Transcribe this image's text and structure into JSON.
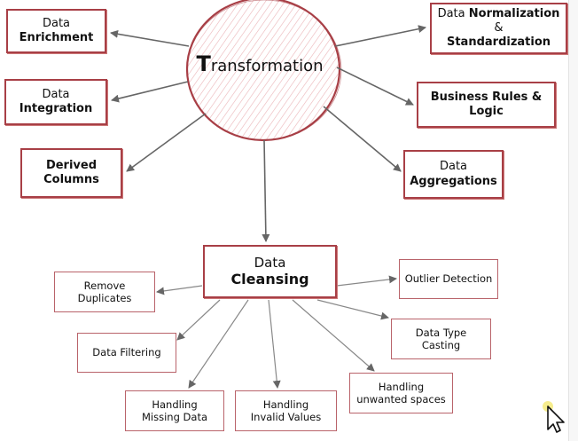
{
  "center": {
    "first_letter": "T",
    "rest": "ransformation"
  },
  "top_nodes": {
    "enrichment": {
      "line1": "Data",
      "line2": "Enrichment"
    },
    "integration": {
      "line1": "Data",
      "line2": "Integration"
    },
    "derived": {
      "line1": "Derived",
      "line2": "Columns"
    },
    "normalization": {
      "line1_a": "Data ",
      "line1_b": "Normalization",
      "line1_c": " &",
      "line2": "Standardization"
    },
    "business": {
      "line1": "Business Rules &",
      "line2": "Logic"
    },
    "aggregations": {
      "line1": "Data",
      "line2": "Aggregations"
    }
  },
  "cleansing": {
    "line1": "Data",
    "line2": "Cleansing"
  },
  "cleansing_nodes": {
    "remove_duplicates": {
      "line1": "Remove",
      "line2": "Duplicates"
    },
    "data_filtering": {
      "line1": "Data Filtering"
    },
    "missing_data": {
      "line1": "Handling",
      "line2": "Missing Data"
    },
    "invalid_values": {
      "line1": "Handling",
      "line2": "Invalid Values"
    },
    "unwanted_spaces": {
      "line1": "Handling",
      "line2": "unwanted spaces"
    },
    "type_casting": {
      "line1": "Data Type",
      "line2": "Casting"
    },
    "outlier": {
      "line1": "Outlier Detection"
    }
  },
  "colors": {
    "border": "#a83f46",
    "circle_fill": "#d9757b",
    "arrow": "#666666"
  }
}
